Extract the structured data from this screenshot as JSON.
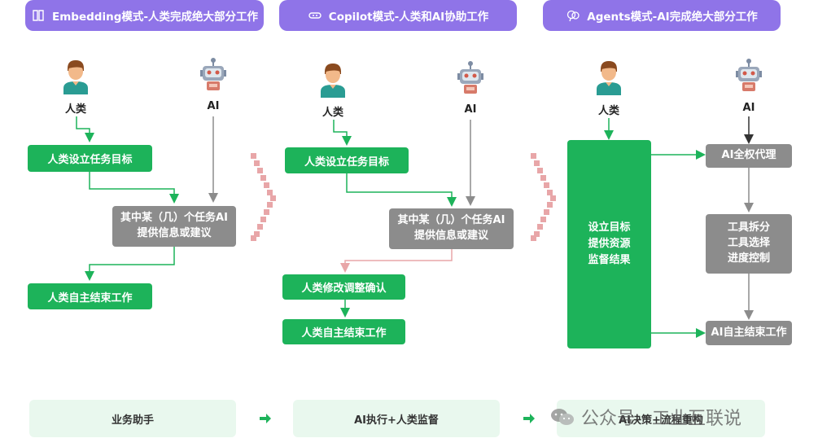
{
  "headers": [
    {
      "label": "Embedding模式-人类完成绝大部分工作",
      "icon": "book-icon"
    },
    {
      "label": "Copilot模式-人类和AI协助工作",
      "icon": "link-icon"
    },
    {
      "label": "Agents模式-AI完成绝大部分工作",
      "icon": "brain-icon"
    }
  ],
  "actors": {
    "human": "人类",
    "ai": "AI"
  },
  "embedding": {
    "set_goal": "人类设立任务目标",
    "ai_step_line1": "其中某（几）个任务AI",
    "ai_step_line2": "提供信息或建议",
    "finish": "人类自主结束工作"
  },
  "copilot": {
    "set_goal": "人类设立任务目标",
    "ai_step_line1": "其中某（几）个任务AI",
    "ai_step_line2": "提供信息或建议",
    "confirm": "人类修改调整确认",
    "finish": "人类自主结束工作"
  },
  "agents": {
    "human_line1": "设立目标",
    "human_line2": "提供资源",
    "human_line3": "监督结果",
    "ai_proxy": "AI全权代理",
    "tools_line1": "工具拆分",
    "tools_line2": "工具选择",
    "tools_line3": "进度控制",
    "finish": "AI自主结束工作"
  },
  "bottom": [
    "业务助手",
    "AI执行+人类监督",
    "AI决策+流程重构"
  ],
  "watermark": "公众号 · 工业互联说",
  "colors": {
    "header": "#8f74e8",
    "green": "#1db35a",
    "gray": "#8c8c8c",
    "bottom_bg": "#e9f8ee",
    "chevron": "#e8a6a8"
  }
}
